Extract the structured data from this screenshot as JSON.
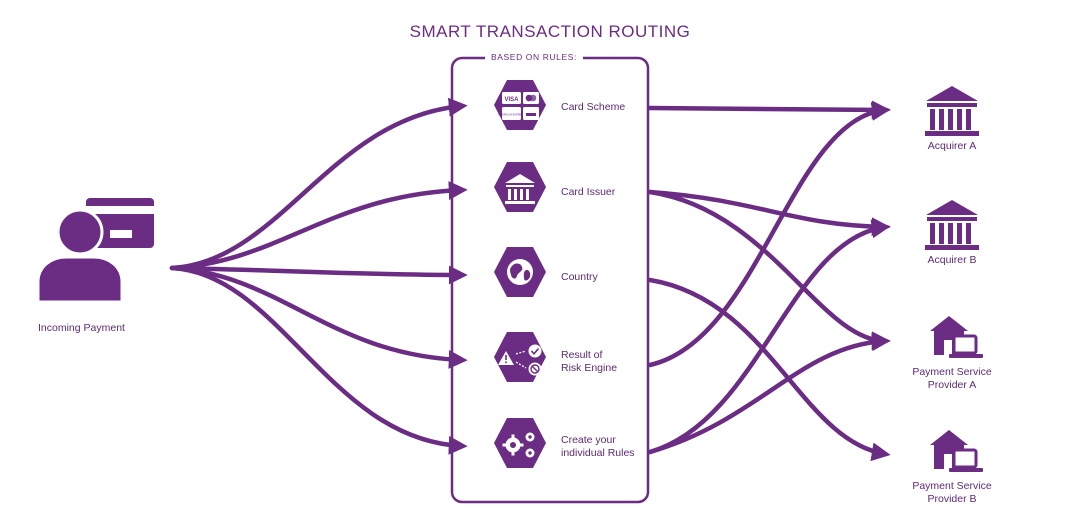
{
  "title": "SMART TRANSACTION ROUTING",
  "rules_caption": "BASED ON RULES:",
  "source": {
    "label": "Incoming Payment"
  },
  "rules": [
    {
      "label": "Card Scheme",
      "icon": "card-scheme-icon",
      "card_text": {
        "visa": "VISA",
        "amex": "AMERICAN EXPRESS"
      }
    },
    {
      "label": "Card Issuer",
      "icon": "bank-icon"
    },
    {
      "label": "Country",
      "icon": "globe-icon"
    },
    {
      "label_line1": "Result of",
      "label_line2": "Risk Engine",
      "icon": "risk-engine-icon"
    },
    {
      "label_line1": "Create your",
      "label_line2": "individual Rules",
      "icon": "gears-icon"
    }
  ],
  "destinations": [
    {
      "label": "Acquirer A",
      "icon": "bank-icon"
    },
    {
      "label": "Acquirer B",
      "icon": "bank-icon"
    },
    {
      "label_line1": "Payment Service",
      "label_line2": "Provider A",
      "icon": "psp-house-laptop-icon"
    },
    {
      "label_line1": "Payment Service",
      "label_line2": "Provider B",
      "icon": "psp-house-laptop-icon"
    }
  ],
  "colors": {
    "primary": "#6b2c83",
    "text": "#5e2a74",
    "background": "#ffffff"
  }
}
